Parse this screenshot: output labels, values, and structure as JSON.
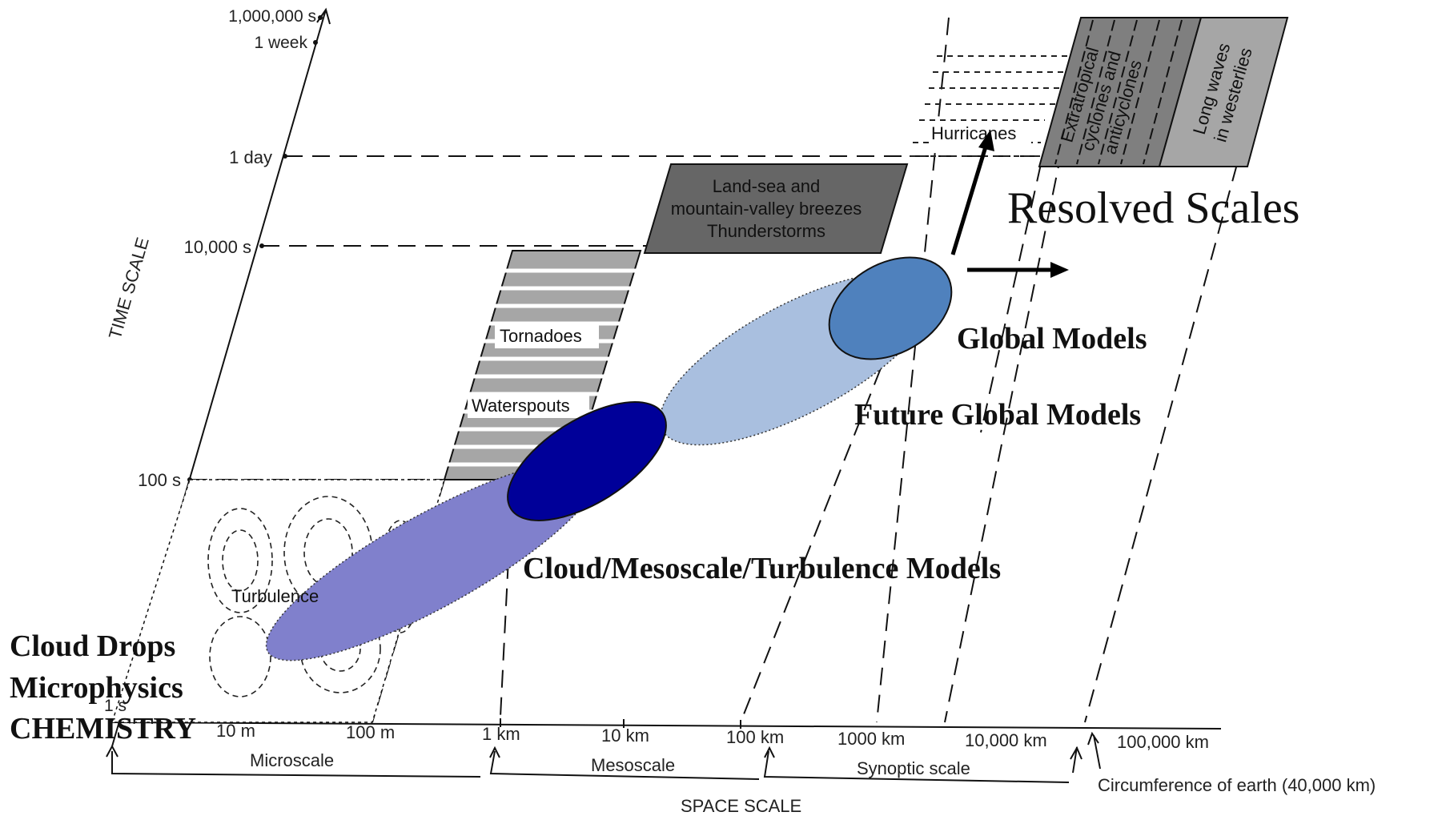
{
  "time_axis": {
    "title": "TIME SCALE",
    "ticks": [
      "1,000,000 s",
      "1 week",
      "1 day",
      "10,000 s",
      "100 s",
      "1 s"
    ]
  },
  "space_axis": {
    "title": "SPACE SCALE",
    "ticks": [
      "10 m",
      "100 m",
      "1 km",
      "10 km",
      "100 km",
      "1000 km",
      "10,000 km",
      "100,000 km"
    ],
    "ranges": [
      "Microscale",
      "Mesoscale",
      "Synoptic scale"
    ],
    "earth_note": "Circumference of earth (40,000 km)"
  },
  "phenomena": {
    "turbulence": "Turbulence",
    "tornadoes": "Tornadoes",
    "waterspouts": "Waterspouts",
    "breezes": [
      "Land-sea and",
      "mountain-valley breezes",
      "Thunderstorms"
    ],
    "hurricanes": "Hurricanes",
    "cyclones": [
      "Extratropical",
      "cyclones and",
      "anticyclones"
    ],
    "longwaves": [
      "Long waves",
      "in westerlies"
    ]
  },
  "models": {
    "global": "Global Models",
    "future_global": "Future Global Models",
    "cloud_meso": "Cloud/Mesoscale/Turbulence Models",
    "microphysics": [
      "Cloud Drops",
      "Microphysics",
      "CHEMISTRY"
    ],
    "resolved": "Resolved Scales"
  },
  "colors": {
    "cloud_ellipse": "#8080cc",
    "meso_ellipse": "#000099",
    "future_ellipse": "#a9bfdf",
    "global_ellipse": "#4f81bd",
    "dark_box": "#666666",
    "mid_box": "#7f7f7f",
    "light_box": "#a6a6a6"
  }
}
